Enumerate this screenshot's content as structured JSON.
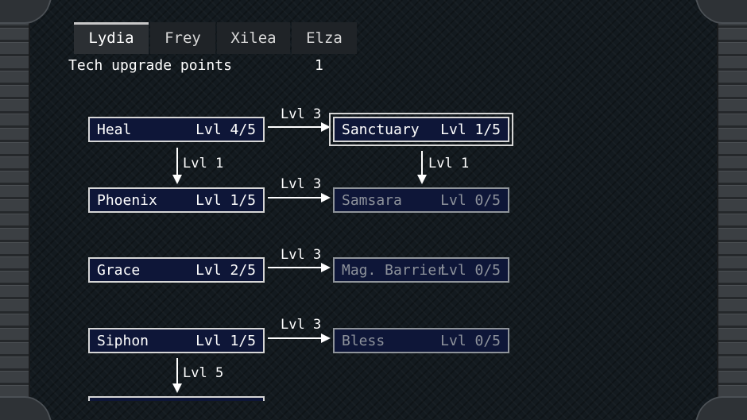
{
  "tabs": [
    {
      "label": "Lydia",
      "active": true
    },
    {
      "label": "Frey",
      "active": false
    },
    {
      "label": "Xilea",
      "active": false
    },
    {
      "label": "Elza",
      "active": false
    }
  ],
  "points": {
    "label": "Tech upgrade points",
    "value": "1"
  },
  "nodes": {
    "heal": {
      "name": "Heal",
      "level": "Lvl 4/5",
      "unlocked": true
    },
    "sanctuary": {
      "name": "Sanctuary",
      "level": "Lvl 1/5",
      "unlocked": true,
      "selected": true
    },
    "phoenix": {
      "name": "Phoenix",
      "level": "Lvl 1/5",
      "unlocked": true
    },
    "samsara": {
      "name": "Samsara",
      "level": "Lvl 0/5",
      "unlocked": false
    },
    "grace": {
      "name": "Grace",
      "level": "Lvl 2/5",
      "unlocked": true
    },
    "barrier": {
      "name": "Mag. Barrier",
      "level": "Lvl 0/5",
      "unlocked": false
    },
    "siphon": {
      "name": "Siphon",
      "level": "Lvl 1/5",
      "unlocked": true
    },
    "bless": {
      "name": "Bless",
      "level": "Lvl 0/5",
      "unlocked": false
    }
  },
  "edges": {
    "heal_sanctuary": "Lvl 3",
    "heal_phoenix": "Lvl 1",
    "sanctuary_samsara": "Lvl 1",
    "phoenix_samsara": "Lvl 3",
    "grace_barrier": "Lvl 3",
    "siphon_bless": "Lvl 3",
    "siphon_next": "Lvl 5"
  },
  "colors": {
    "node_bg": "#0e1638",
    "border": "#d6d6d6",
    "locked_text": "#8d929b"
  }
}
